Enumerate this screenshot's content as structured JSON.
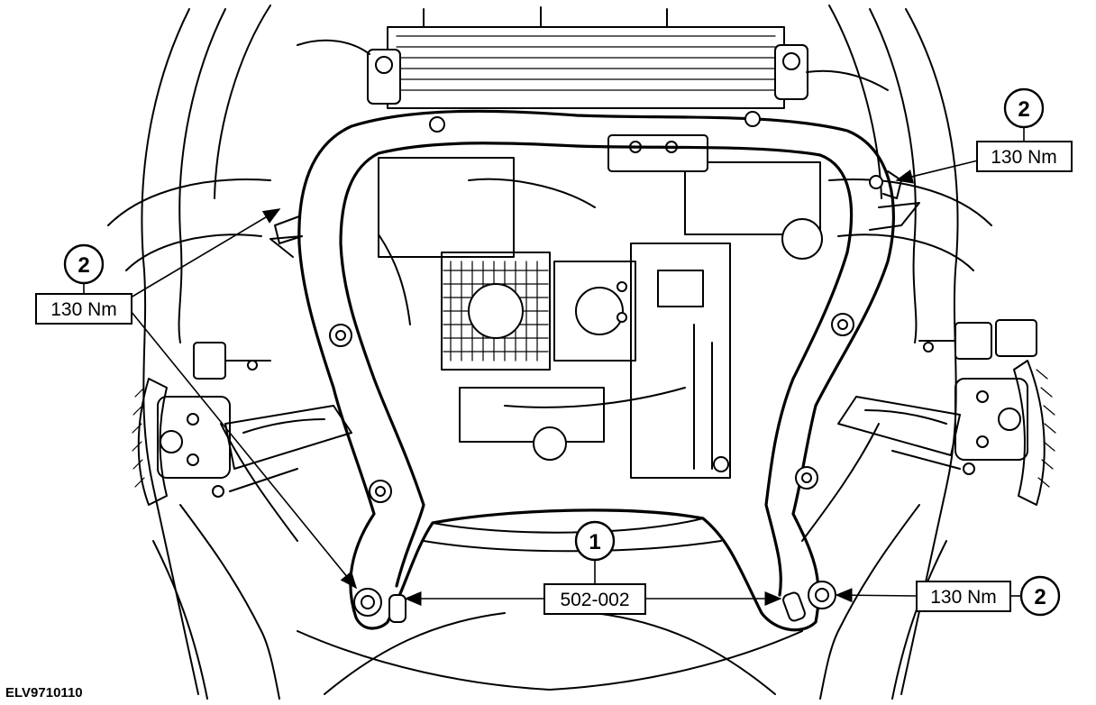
{
  "figure_id": "ELV9710110",
  "callouts": [
    {
      "number": "2",
      "label": "130 Nm"
    },
    {
      "number": "2",
      "label": "130 Nm"
    },
    {
      "number": "2",
      "label": "130 Nm"
    },
    {
      "number": "1",
      "label": "502-002"
    }
  ],
  "colors": {
    "ink": "#000000",
    "paper": "#ffffff"
  }
}
